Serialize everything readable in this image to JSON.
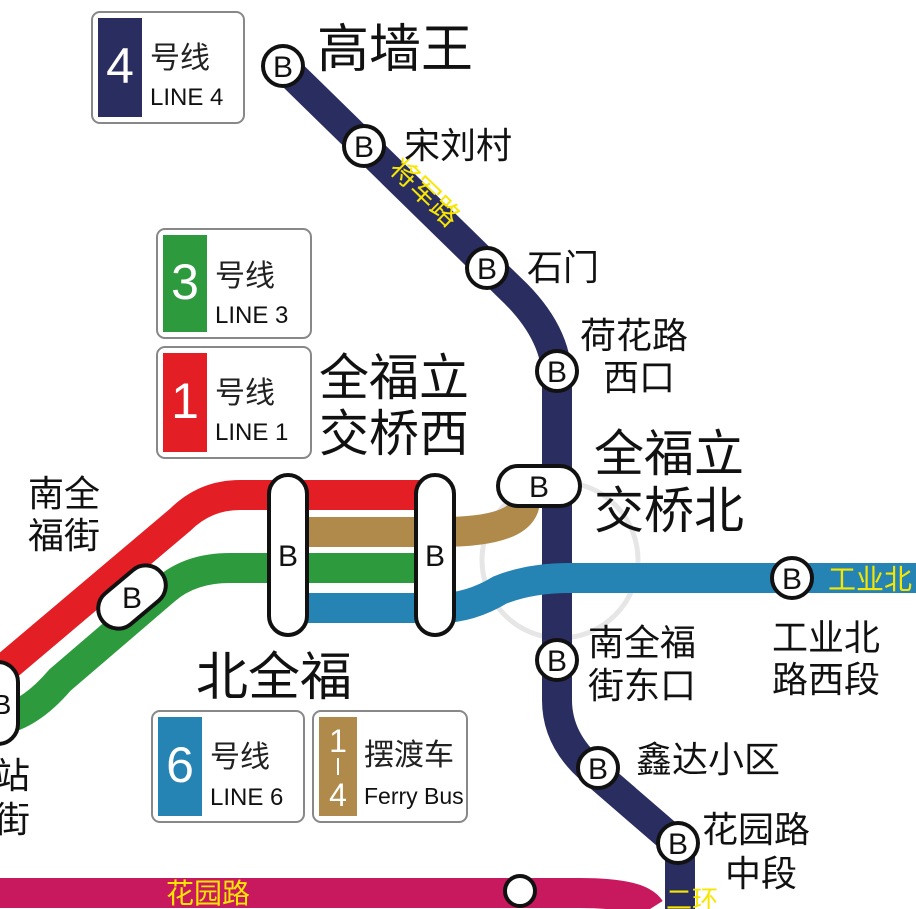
{
  "colors": {
    "line1": "#e31e24",
    "line3": "#2e9a3e",
    "line4": "#2a2d5f",
    "line6": "#2584b3",
    "ferry": "#b08a4a",
    "huayuan_road": "#c8195f",
    "road_label": "#f7e600"
  },
  "legend": {
    "line4": {
      "num": "4",
      "cn": "号线",
      "en": "LINE 4"
    },
    "line3": {
      "num": "3",
      "cn": "号线",
      "en": "LINE 3"
    },
    "line1": {
      "num": "1",
      "cn": "号线",
      "en": "LINE 1"
    },
    "line6": {
      "num": "6",
      "cn": "号线",
      "en": "LINE 6"
    },
    "ferry": {
      "num_top": "1",
      "num_bottom": "4",
      "cn": "摆渡车",
      "en": "Ferry Bus"
    }
  },
  "station_symbol": "B",
  "stations": {
    "gaoqiangwang": "高墙王",
    "songliucun": "宋刘村",
    "shimen": "石门",
    "hehualu_line1": "荷花路",
    "hehualu_line2": "西口",
    "quanfu_west_line1": "全福立",
    "quanfu_west_line2": "交桥西",
    "quanfu_north_line1": "全福立",
    "quanfu_north_line2": "交桥北",
    "nanquanfujie_line1": "南全",
    "nanquanfujie_line2": "福街",
    "beiquanfu": "北全福",
    "nanquanfu_east_line1": "南全福",
    "nanquanfu_east_line2": "街东口",
    "xindaxiaoqu": "鑫达小区",
    "huayuan_mid_line1": "花园路",
    "huayuan_mid_line2": "中段",
    "gongyebei_west_line1": "工业北",
    "gongyebei_west_line2": "路西段",
    "left_edge_line1": "站",
    "left_edge_line2": "街"
  },
  "roads": {
    "jiangjun": "将军路",
    "gongyebei": "工业北",
    "huayuan": "花园路",
    "erhuan": "二环"
  }
}
